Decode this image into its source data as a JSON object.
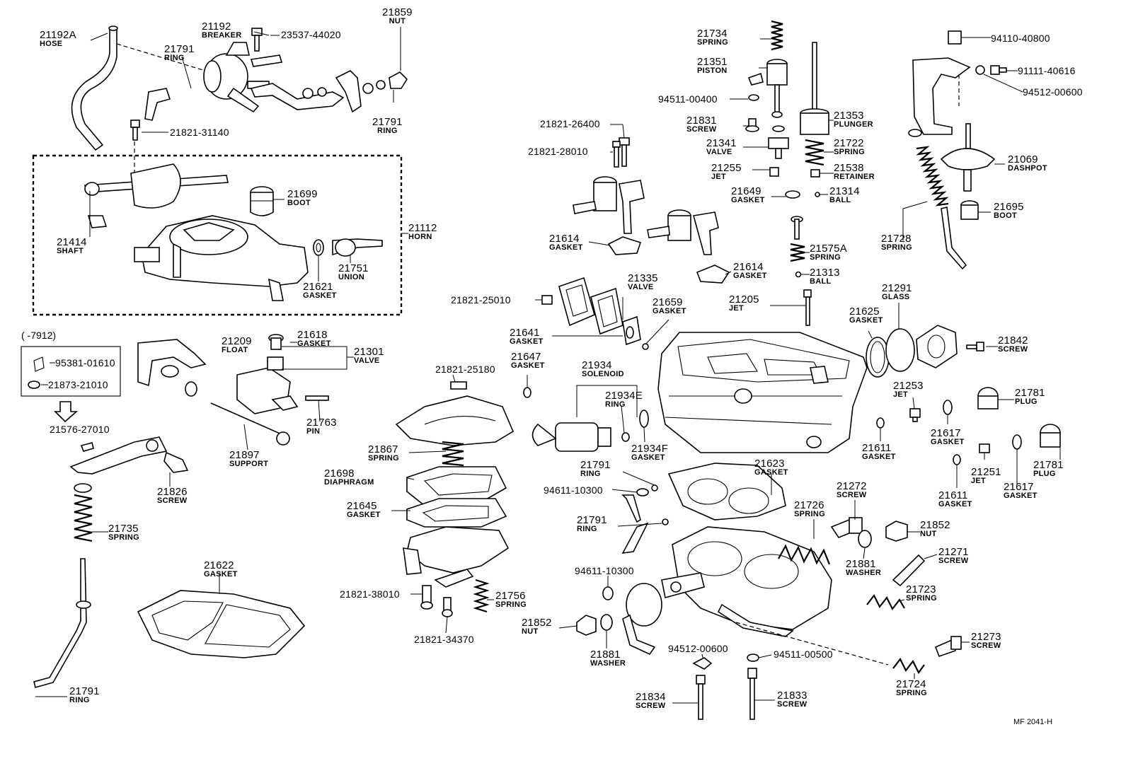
{
  "diagram": {
    "footer_code": "MF 2041-H",
    "inset_note": "(      -7912)",
    "labels": [
      {
        "id": "21192A",
        "num": "21192A",
        "name": "HOSE"
      },
      {
        "id": "21192",
        "num": "21192",
        "name": "BREAKER"
      },
      {
        "id": "23537-44020",
        "num": "23537-44020",
        "name": ""
      },
      {
        "id": "21859",
        "num": "21859",
        "name": "NUT"
      },
      {
        "id": "21791-a",
        "num": "21791",
        "name": "RING"
      },
      {
        "id": "21791-b",
        "num": "21791",
        "name": "RING"
      },
      {
        "id": "21821-31140",
        "num": "21821-31140",
        "name": ""
      },
      {
        "id": "21699",
        "num": "21699",
        "name": "BOOT"
      },
      {
        "id": "21414",
        "num": "21414",
        "name": "SHAFT"
      },
      {
        "id": "21112",
        "num": "21112",
        "name": "HORN"
      },
      {
        "id": "21751",
        "num": "21751",
        "name": "UNION"
      },
      {
        "id": "21621",
        "num": "21621",
        "name": "GASKET"
      },
      {
        "id": "95381-01610",
        "num": "95381-01610",
        "name": ""
      },
      {
        "id": "21873-21010",
        "num": "21873-21010",
        "name": ""
      },
      {
        "id": "21576-27010",
        "num": "21576-27010",
        "name": ""
      },
      {
        "id": "21209",
        "num": "21209",
        "name": "FLOAT"
      },
      {
        "id": "21618",
        "num": "21618",
        "name": "GASKET"
      },
      {
        "id": "21301",
        "num": "21301",
        "name": "VALVE"
      },
      {
        "id": "21763",
        "num": "21763",
        "name": "PIN"
      },
      {
        "id": "21897",
        "num": "21897",
        "name": "SUPPORT"
      },
      {
        "id": "21826",
        "num": "21826",
        "name": "SCREW"
      },
      {
        "id": "21735",
        "num": "21735",
        "name": "SPRING"
      },
      {
        "id": "21622",
        "num": "21622",
        "name": "GASKET"
      },
      {
        "id": "21791-c",
        "num": "21791",
        "name": "RING"
      },
      {
        "id": "21734",
        "num": "21734",
        "name": "SPRING"
      },
      {
        "id": "21351",
        "num": "21351",
        "name": "PISTON"
      },
      {
        "id": "94511-00400",
        "num": "94511-00400",
        "name": ""
      },
      {
        "id": "21831",
        "num": "21831",
        "name": "SCREW"
      },
      {
        "id": "21341",
        "num": "21341",
        "name": "VALVE"
      },
      {
        "id": "21255",
        "num": "21255",
        "name": "JET"
      },
      {
        "id": "21353",
        "num": "21353",
        "name": "PLUNGER"
      },
      {
        "id": "21722",
        "num": "21722",
        "name": "SPRING"
      },
      {
        "id": "21538",
        "num": "21538",
        "name": "RETAINER"
      },
      {
        "id": "21649",
        "num": "21649",
        "name": "GASKET"
      },
      {
        "id": "21314",
        "num": "21314",
        "name": "BALL"
      },
      {
        "id": "21821-26400",
        "num": "21821-26400",
        "name": ""
      },
      {
        "id": "21821-28010",
        "num": "21821-28010",
        "name": ""
      },
      {
        "id": "21614-a",
        "num": "21614",
        "name": "GASKET"
      },
      {
        "id": "21614-b",
        "num": "21614",
        "name": "GASKET"
      },
      {
        "id": "21575A",
        "num": "21575A",
        "name": "SPRING"
      },
      {
        "id": "21313",
        "num": "21313",
        "name": "BALL"
      },
      {
        "id": "21821-25010",
        "num": "21821-25010",
        "name": ""
      },
      {
        "id": "21335",
        "num": "21335",
        "name": "VALVE"
      },
      {
        "id": "21659",
        "num": "21659",
        "name": "GASKET"
      },
      {
        "id": "21205",
        "num": "21205",
        "name": "JET"
      },
      {
        "id": "21641",
        "num": "21641",
        "name": "GASKET"
      },
      {
        "id": "21647",
        "num": "21647",
        "name": "GASKET"
      },
      {
        "id": "21821-25180",
        "num": "21821-25180",
        "name": ""
      },
      {
        "id": "21934",
        "num": "21934",
        "name": "SOLENOID"
      },
      {
        "id": "21934E",
        "num": "21934E",
        "name": "RING"
      },
      {
        "id": "21934F",
        "num": "21934F",
        "name": "GASKET"
      },
      {
        "id": "21867",
        "num": "21867",
        "name": "SPRING"
      },
      {
        "id": "21698",
        "num": "21698",
        "name": "DIAPHRAGM"
      },
      {
        "id": "21645",
        "num": "21645",
        "name": "GASKET"
      },
      {
        "id": "21821-38010",
        "num": "21821-38010",
        "name": ""
      },
      {
        "id": "21821-34370",
        "num": "21821-34370",
        "name": ""
      },
      {
        "id": "21756",
        "num": "21756",
        "name": "SPRING"
      },
      {
        "id": "94110-40800",
        "num": "94110-40800",
        "name": ""
      },
      {
        "id": "91111-40616",
        "num": "91111-40616",
        "name": ""
      },
      {
        "id": "94512-00600-a",
        "num": "94512-00600",
        "name": ""
      },
      {
        "id": "21069",
        "num": "21069",
        "name": "DASHPOT"
      },
      {
        "id": "21695",
        "num": "21695",
        "name": "BOOT"
      },
      {
        "id": "21728",
        "num": "21728",
        "name": "SPRING"
      },
      {
        "id": "21291",
        "num": "21291",
        "name": "GLASS"
      },
      {
        "id": "21625",
        "num": "21625",
        "name": "GASKET"
      },
      {
        "id": "21842",
        "num": "21842",
        "name": "SCREW"
      },
      {
        "id": "21253",
        "num": "21253",
        "name": "JET"
      },
      {
        "id": "21781-a",
        "num": "21781",
        "name": "PLUG"
      },
      {
        "id": "21611-a",
        "num": "21611",
        "name": "GASKET"
      },
      {
        "id": "21617-a",
        "num": "21617",
        "name": "GASKET"
      },
      {
        "id": "21251",
        "num": "21251",
        "name": "JET"
      },
      {
        "id": "21781-b",
        "num": "21781",
        "name": "PLUG"
      },
      {
        "id": "21611-b",
        "num": "21611",
        "name": "GASKET"
      },
      {
        "id": "21617-b",
        "num": "21617",
        "name": "GASKET"
      },
      {
        "id": "21623",
        "num": "21623",
        "name": "GASKET"
      },
      {
        "id": "21791-d",
        "num": "21791",
        "name": "RING"
      },
      {
        "id": "94611-10300-a",
        "num": "94611-10300",
        "name": ""
      },
      {
        "id": "21791-e",
        "num": "21791",
        "name": "RING"
      },
      {
        "id": "21272",
        "num": "21272",
        "name": "SCREW"
      },
      {
        "id": "21726",
        "num": "21726",
        "name": "SPRING"
      },
      {
        "id": "21852-a",
        "num": "21852",
        "name": "NUT"
      },
      {
        "id": "21271",
        "num": "21271",
        "name": "SCREW"
      },
      {
        "id": "21881-a",
        "num": "21881",
        "name": "WASHER"
      },
      {
        "id": "21723",
        "num": "21723",
        "name": "SPRING"
      },
      {
        "id": "94611-10300-b",
        "num": "94611-10300",
        "name": ""
      },
      {
        "id": "21852-b",
        "num": "21852",
        "name": "NUT"
      },
      {
        "id": "21881-b",
        "num": "21881",
        "name": "WASHER"
      },
      {
        "id": "94512-00600-b",
        "num": "94512-00600",
        "name": ""
      },
      {
        "id": "94511-00500",
        "num": "94511-00500",
        "name": ""
      },
      {
        "id": "21273",
        "num": "21273",
        "name": "SCREW"
      },
      {
        "id": "21724",
        "num": "21724",
        "name": "SPRING"
      },
      {
        "id": "21834",
        "num": "21834",
        "name": "SCREW"
      },
      {
        "id": "21833",
        "num": "21833",
        "name": "SCREW"
      }
    ]
  }
}
